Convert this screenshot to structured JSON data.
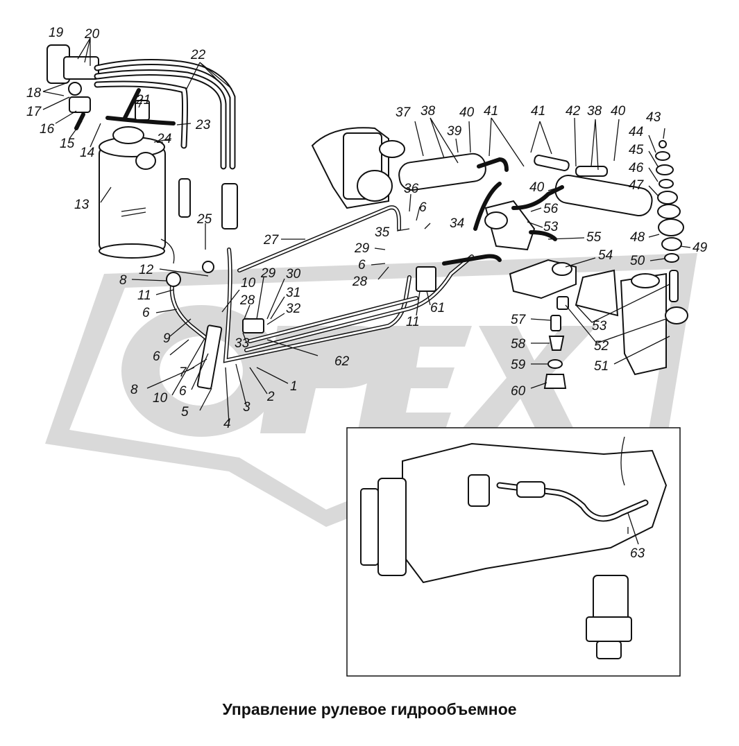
{
  "caption": "Управление рулевое гидрообъемное",
  "watermark": {
    "text": "OPEX",
    "color": "#d9d9d9"
  },
  "labels": [
    {
      "id": "l19",
      "text": "19"
    },
    {
      "id": "l20",
      "text": "20"
    },
    {
      "id": "l18",
      "text": "18"
    },
    {
      "id": "l17",
      "text": "17"
    },
    {
      "id": "l16",
      "text": "16"
    },
    {
      "id": "l15",
      "text": "15"
    },
    {
      "id": "l14",
      "text": "14"
    },
    {
      "id": "l21",
      "text": "21"
    },
    {
      "id": "l22",
      "text": "22"
    },
    {
      "id": "l23",
      "text": "23"
    },
    {
      "id": "l24",
      "text": "24"
    },
    {
      "id": "l13",
      "text": "13"
    },
    {
      "id": "l25",
      "text": "25"
    },
    {
      "id": "l27",
      "text": "27"
    },
    {
      "id": "l12",
      "text": "12"
    },
    {
      "id": "l8a",
      "text": "8"
    },
    {
      "id": "l11a",
      "text": "11"
    },
    {
      "id": "l6a",
      "text": "6"
    },
    {
      "id": "l9",
      "text": "9"
    },
    {
      "id": "l6b",
      "text": "6"
    },
    {
      "id": "l8b",
      "text": "8"
    },
    {
      "id": "l7",
      "text": "7"
    },
    {
      "id": "l10a",
      "text": "10"
    },
    {
      "id": "l6c",
      "text": "6"
    },
    {
      "id": "l5",
      "text": "5"
    },
    {
      "id": "l4",
      "text": "4"
    },
    {
      "id": "l3",
      "text": "3"
    },
    {
      "id": "l2",
      "text": "2"
    },
    {
      "id": "l1",
      "text": "1"
    },
    {
      "id": "l10b",
      "text": "10"
    },
    {
      "id": "l29a",
      "text": "29"
    },
    {
      "id": "l30",
      "text": "30"
    },
    {
      "id": "l31",
      "text": "31"
    },
    {
      "id": "l28a",
      "text": "28"
    },
    {
      "id": "l32",
      "text": "32"
    },
    {
      "id": "l33",
      "text": "33"
    },
    {
      "id": "l62",
      "text": "62"
    },
    {
      "id": "l29b",
      "text": "29"
    },
    {
      "id": "l6d",
      "text": "6"
    },
    {
      "id": "l28b",
      "text": "28"
    },
    {
      "id": "l35",
      "text": "35"
    },
    {
      "id": "l36",
      "text": "36"
    },
    {
      "id": "l6e",
      "text": "6"
    },
    {
      "id": "l34",
      "text": "34"
    },
    {
      "id": "l61",
      "text": "61"
    },
    {
      "id": "l11b",
      "text": "11"
    },
    {
      "id": "l37",
      "text": "37"
    },
    {
      "id": "l38a",
      "text": "38"
    },
    {
      "id": "l39",
      "text": "39"
    },
    {
      "id": "l40a",
      "text": "40"
    },
    {
      "id": "l41a",
      "text": "41"
    },
    {
      "id": "l41b",
      "text": "41"
    },
    {
      "id": "l42",
      "text": "42"
    },
    {
      "id": "l38b",
      "text": "38"
    },
    {
      "id": "l40b",
      "text": "40"
    },
    {
      "id": "l43",
      "text": "43"
    },
    {
      "id": "l44",
      "text": "44"
    },
    {
      "id": "l45",
      "text": "45"
    },
    {
      "id": "l46",
      "text": "46"
    },
    {
      "id": "l47",
      "text": "47"
    },
    {
      "id": "l40c",
      "text": "40"
    },
    {
      "id": "l56",
      "text": "56"
    },
    {
      "id": "l53a",
      "text": "53"
    },
    {
      "id": "l55",
      "text": "55"
    },
    {
      "id": "l48",
      "text": "48"
    },
    {
      "id": "l49",
      "text": "49"
    },
    {
      "id": "l50",
      "text": "50"
    },
    {
      "id": "l54",
      "text": "54"
    },
    {
      "id": "l57",
      "text": "57"
    },
    {
      "id": "l58",
      "text": "58"
    },
    {
      "id": "l59",
      "text": "59"
    },
    {
      "id": "l60",
      "text": "60"
    },
    {
      "id": "l53b",
      "text": "53"
    },
    {
      "id": "l52",
      "text": "52"
    },
    {
      "id": "l51",
      "text": "51"
    },
    {
      "id": "l63",
      "text": "63"
    }
  ]
}
